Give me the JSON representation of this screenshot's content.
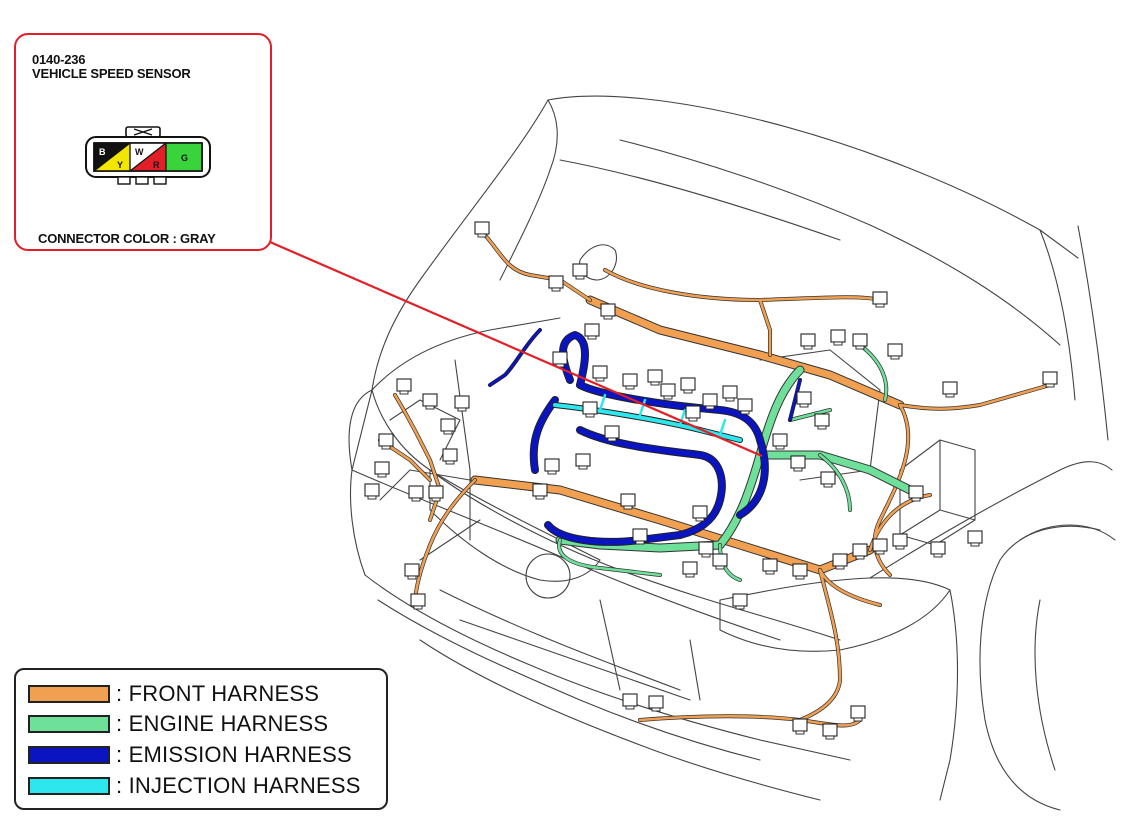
{
  "callout": {
    "code": "0140-236",
    "name": "VEHICLE SPEED SENSOR",
    "connector_color": "CONNECTOR COLOR : GRAY",
    "border_color": "#e21f26",
    "pins": [
      {
        "label": "B",
        "color": "#111111"
      },
      {
        "label": "Y",
        "color": "#f2e600"
      },
      {
        "label": "W",
        "color": "#ffffff"
      },
      {
        "label": "R",
        "color": "#e21f26"
      },
      {
        "label": "G",
        "color": "#39d43c"
      }
    ]
  },
  "legend": [
    {
      "label": ": FRONT HARNESS",
      "color": "#f0a050"
    },
    {
      "label": ": ENGINE HARNESS",
      "color": "#6fe09a"
    },
    {
      "label": ": EMISSION HARNESS",
      "color": "#0a14c0"
    },
    {
      "label": ": INJECTION HARNESS",
      "color": "#2ee6ee"
    }
  ],
  "leader_color": "#e21f26"
}
